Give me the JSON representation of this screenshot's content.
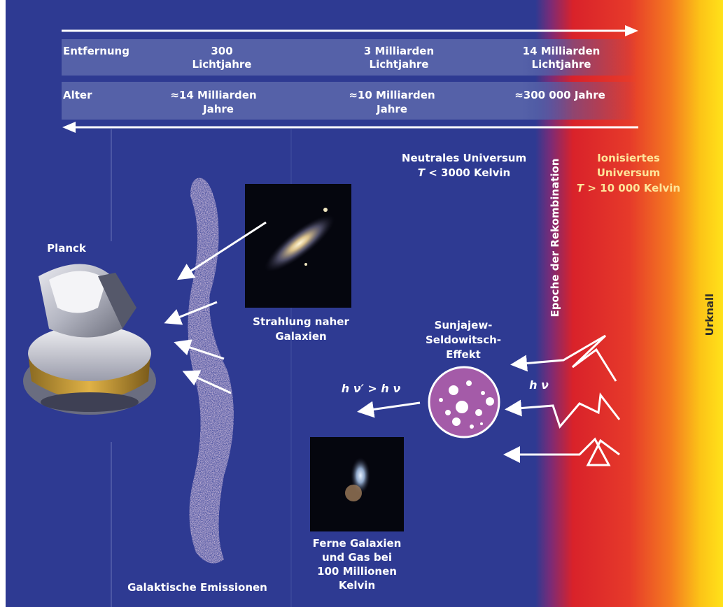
{
  "colors": {
    "background": "#2e3a92",
    "band": "#5561a8",
    "ionized_red": "#d9222a",
    "big_bang_yellow": "#ffe21a",
    "label_cream": "#fde59a",
    "sz_cloud": "#a45ba8"
  },
  "scale": {
    "row_distance": {
      "label": "Entfernung",
      "cells": [
        {
          "line1": "300",
          "line2": "Lichtjahre"
        },
        {
          "line1": "3 Milliarden",
          "line2": "Lichtjahre"
        },
        {
          "line1": "14 Milliarden",
          "line2": "Lichtjahre"
        }
      ]
    },
    "row_age": {
      "label": "Alter",
      "cells": [
        {
          "line1": "≈14 Milliarden",
          "line2": "Jahre"
        },
        {
          "line1": "≈10 Milliarden",
          "line2": "Jahre"
        },
        {
          "line1": "≈300 000 Jahre",
          "line2": ""
        }
      ]
    }
  },
  "regions": {
    "neutral": {
      "line1": "Neutrales Universum",
      "line2_var": "T",
      "line2_rest": " < 3000 Kelvin"
    },
    "ionized": {
      "line1": "Ionisiertes",
      "line2": "Universum",
      "line3_var": "T",
      "line3_rest": " > 10 000 Kelvin"
    },
    "recombination": "Epoche der Rekombination",
    "big_bang": "Urknall"
  },
  "labels": {
    "planck": "Planck",
    "nearby_galaxies": {
      "line1": "Strahlung naher",
      "line2": "Galaxien"
    },
    "sz_effect": {
      "line1": "Sunjajew-",
      "line2": "Seldowitsch-",
      "line3": "Effekt"
    },
    "photon_in": "h ν",
    "photon_out": "h ν′ > h ν",
    "distant_galaxies": {
      "line1": "Ferne Galaxien",
      "line2": "und Gas bei",
      "line3": "100 Millionen",
      "line4": "Kelvin"
    },
    "galactic_emissions": "Galaktische Emissionen"
  },
  "icons": [
    "planck-satellite-icon",
    "spiral-galaxy-icon",
    "distant-galaxy-icon",
    "galactic-dust-band-icon",
    "sz-gas-cloud-icon"
  ]
}
